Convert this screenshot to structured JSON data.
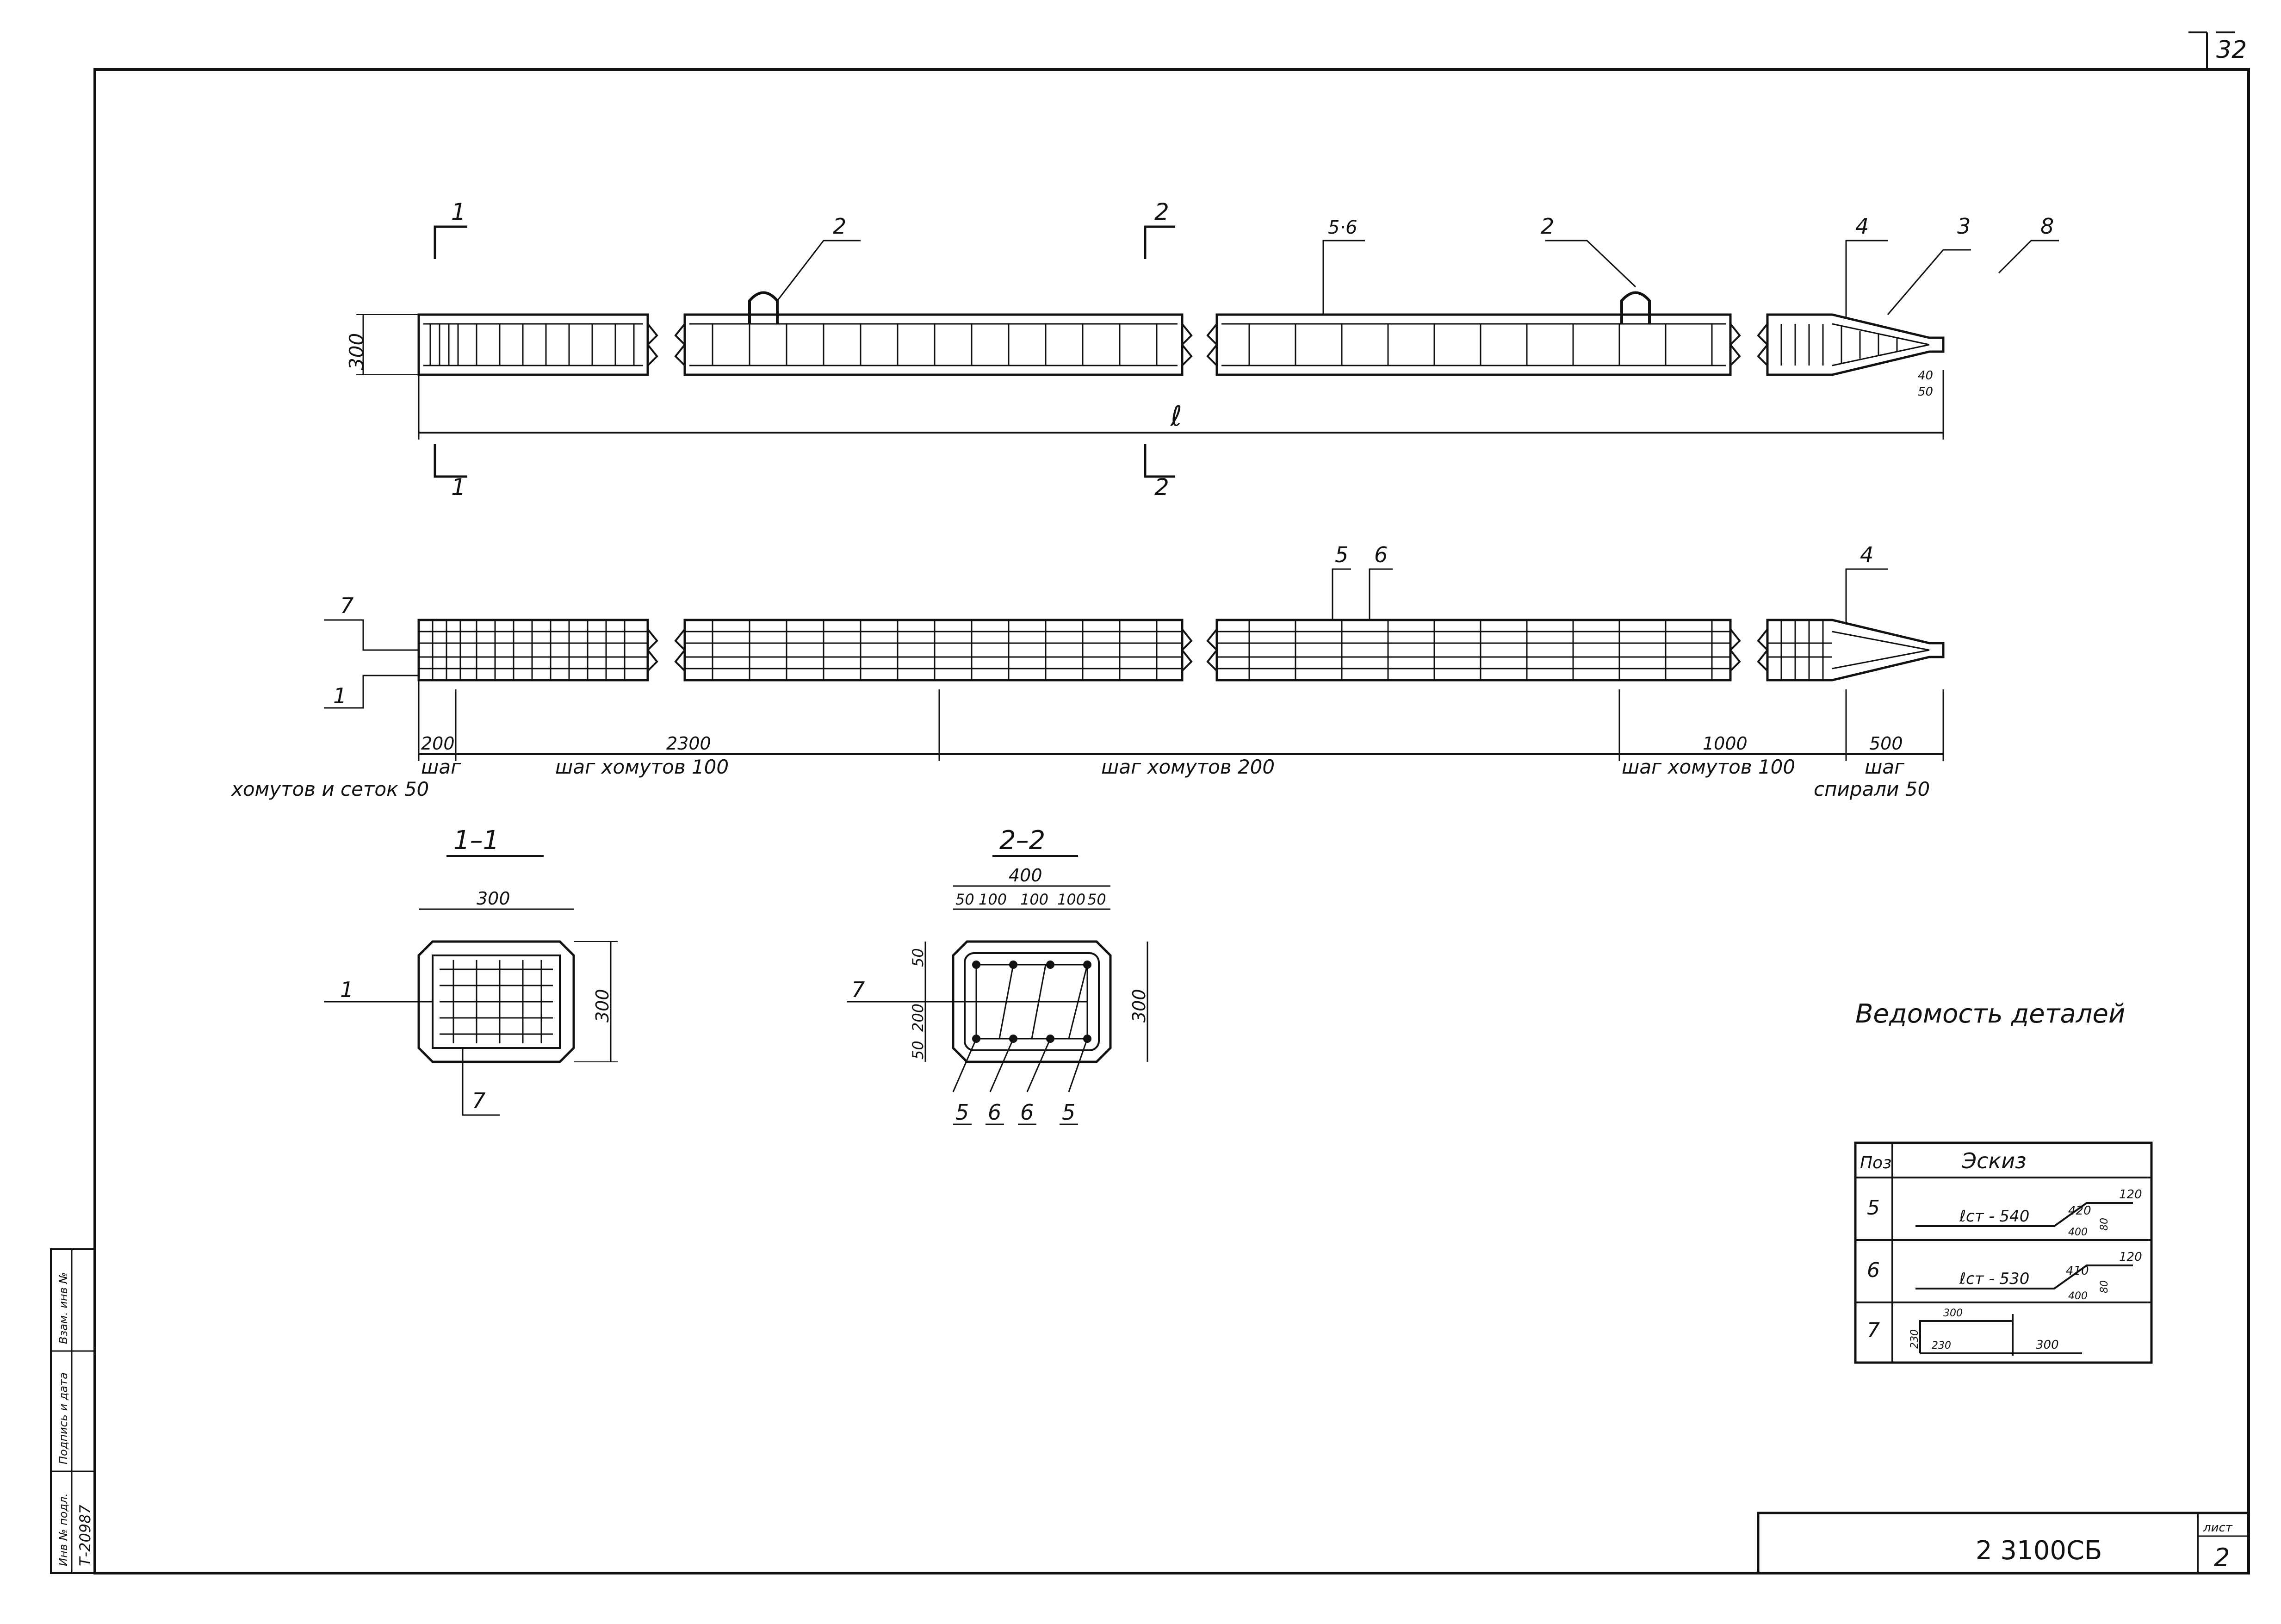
{
  "sheet": {
    "page_number": "32",
    "doc_code": "2 3100СБ",
    "sheet_label": "лист",
    "sheet_no": "2"
  },
  "side_stamp": {
    "f1": "Инв № подл.",
    "f2": "Подпись и дата",
    "f3": "Взам. инв №",
    "inv_no": "Т-20987"
  },
  "elevation": {
    "height": "300",
    "length_symbol": "ℓ",
    "section_mark_1": "1",
    "section_mark_2": "2",
    "callouts": [
      "2",
      "5·6",
      "2",
      "4",
      "3",
      "8"
    ],
    "tip_dims": [
      "40",
      "50"
    ]
  },
  "plan": {
    "callouts": [
      "7",
      "1",
      "5",
      "6",
      "4"
    ],
    "dims": [
      "200",
      "2300",
      "1000",
      "500"
    ],
    "step_labels": [
      "шаг",
      "шаг хомутов 100",
      "шаг хомутов 200",
      "шаг хомутов 100",
      "шаг"
    ],
    "step_tail_left": "хомутов и сеток 50",
    "step_tail_right": "спирали 50"
  },
  "section_1": {
    "title": "1–1",
    "width": "300",
    "height": "300",
    "callout_left": "1",
    "callout_bottom": "7"
  },
  "section_2": {
    "title": "2–2",
    "width": "400",
    "spacing": [
      "50",
      "100",
      "100",
      "100",
      "50"
    ],
    "left_dims": [
      "50",
      "200",
      "50"
    ],
    "height": "300",
    "callout_left": "7",
    "bars": [
      "5",
      "6",
      "6",
      "5"
    ]
  },
  "details": {
    "title": "Ведомость деталей",
    "headers": [
      "Поз",
      "Эскиз"
    ],
    "rows": [
      {
        "pos": "5",
        "label": "ℓст - 540",
        "d1": "420",
        "d2": "120",
        "d3": "400",
        "d4": "80"
      },
      {
        "pos": "6",
        "label": "ℓст - 530",
        "d1": "410",
        "d2": "120",
        "d3": "400",
        "d4": "80"
      },
      {
        "pos": "7",
        "d_top": "300",
        "d_left": "230",
        "d_in": "230",
        "d_right": "300"
      }
    ]
  }
}
